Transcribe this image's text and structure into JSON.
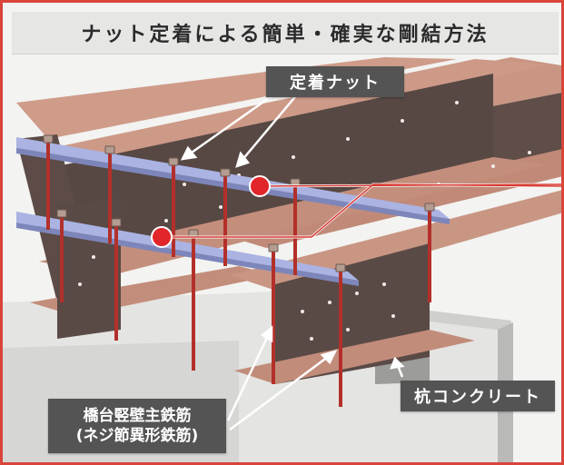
{
  "title": "ナット定着による簡単・確実な剛結方法",
  "labels": {
    "anchor_nut": "定着ナット",
    "pile_concrete": "杭コンクリート",
    "abutment_rebar_line1": "橋台竪壁主鉄筋",
    "abutment_rebar_line2": "(ネジ節異形鉄筋)"
  },
  "colors": {
    "frame": "#d9453a",
    "girder_flange": "#c48e7c",
    "girder_web": "#5a4a46",
    "rebar": "#b8322b",
    "plate": "#a9b4e0",
    "concrete": "#dcdcda",
    "label_bg": "#545454",
    "callout_dot": "#e0262a"
  }
}
